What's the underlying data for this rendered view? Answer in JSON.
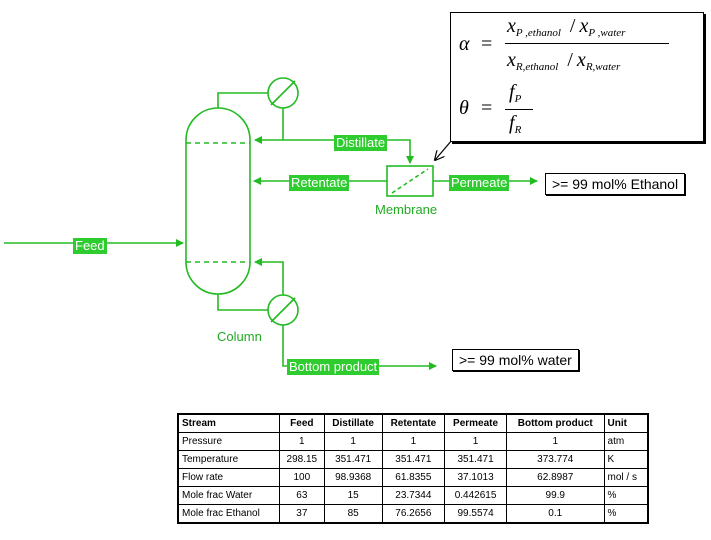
{
  "labels": {
    "distillate": "Distillate",
    "retentate": "Retentate",
    "permeate": "Permeate",
    "feed": "Feed",
    "bottom_product": "Bottom product",
    "membrane": "Membrane",
    "column": "Column"
  },
  "specs": {
    "ethanol": ">= 99 mol% Ethanol",
    "water": ">= 99 mol% water"
  },
  "formula": {
    "alpha_symbol": "α",
    "theta_symbol": "θ",
    "equals": "=",
    "x": "x",
    "slash": "/",
    "sub_p_ethanol": "P ,ethanol",
    "sub_p_water": "P ,water",
    "sub_r_ethanol": "R,ethanol",
    "sub_r_water": "R,water",
    "f": "f",
    "sub_p": "P",
    "sub_r": "R"
  },
  "colors": {
    "process_line": "#22bb22",
    "label_bg": "#2ecc2e"
  },
  "table": {
    "headers": [
      "Stream",
      "Feed",
      "Distillate",
      "Retentate",
      "Permeate",
      "Bottom product",
      "Unit"
    ],
    "rows": [
      [
        "Pressure",
        "1",
        "1",
        "1",
        "1",
        "1",
        "atm"
      ],
      [
        "Temperature",
        "298.15",
        "351.471",
        "351.471",
        "351.471",
        "373.774",
        "K"
      ],
      [
        "Flow rate",
        "100",
        "98.9368",
        "61.8355",
        "37.1013",
        "62.8987",
        "mol / s"
      ],
      [
        "Mole frac Water",
        "63",
        "15",
        "23.7344",
        "0.442615",
        "99.9",
        "%"
      ],
      [
        "Mole frac Ethanol",
        "37",
        "85",
        "76.2656",
        "99.5574",
        "0.1",
        "%"
      ]
    ]
  }
}
